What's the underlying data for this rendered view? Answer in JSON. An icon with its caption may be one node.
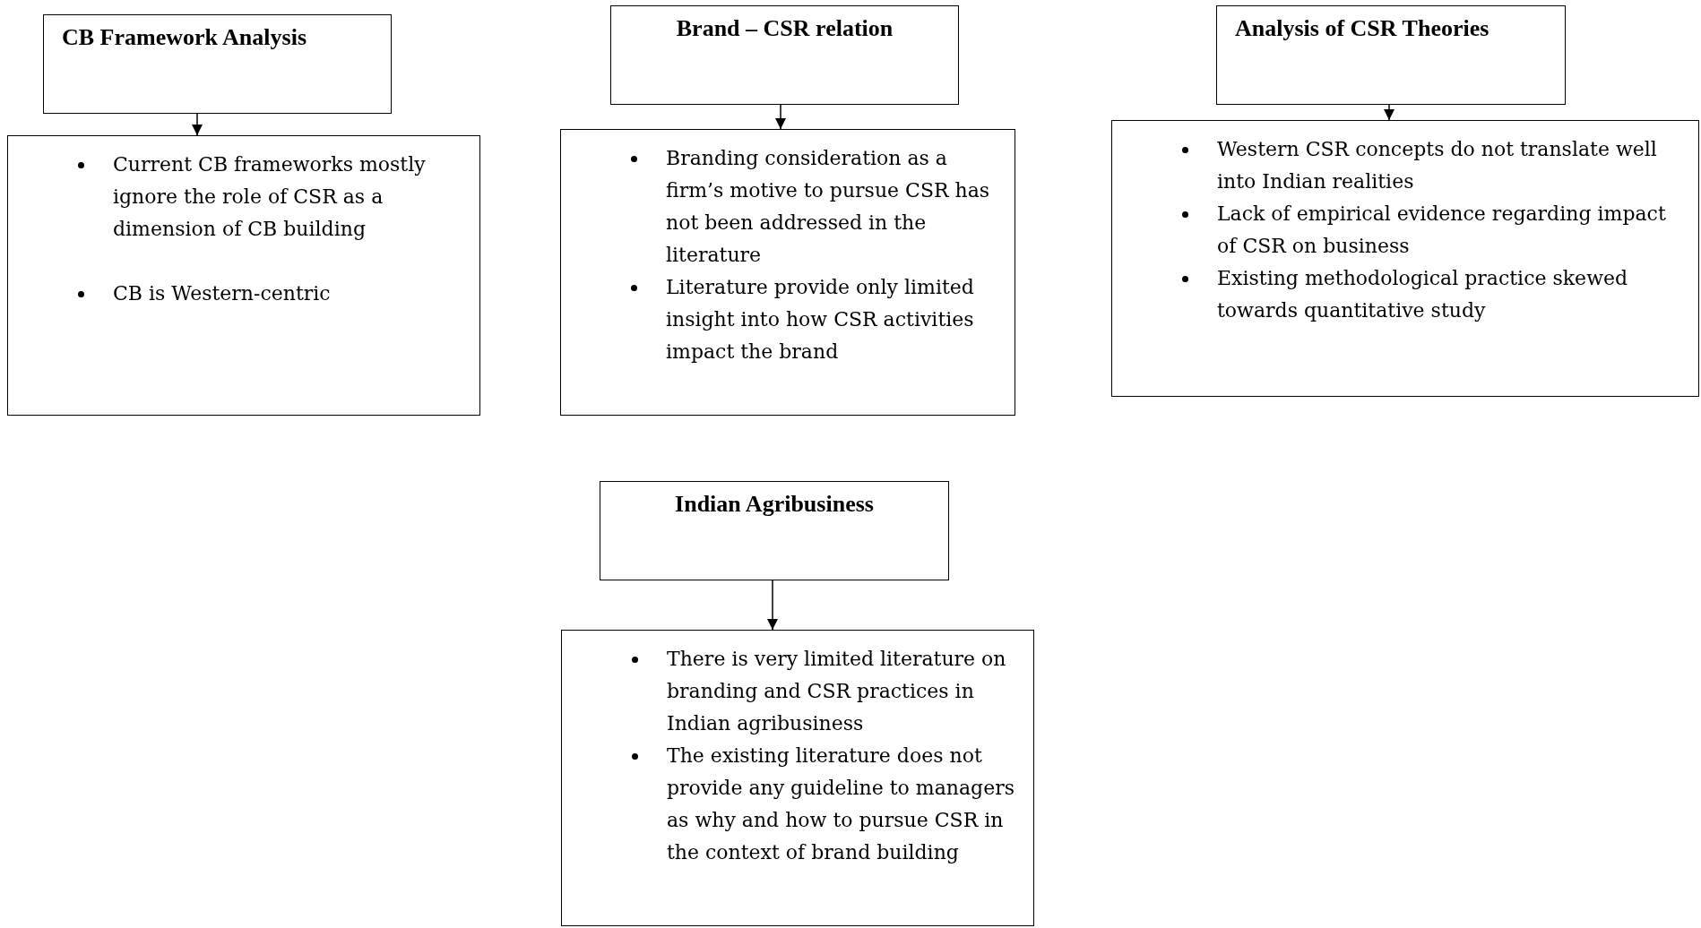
{
  "diagram": {
    "nodes": [
      {
        "text": [
          "CB Framework Analysis"
        ]
      },
      {
        "text": [
          "Current CB frameworks mostly ignore the role of CSR as a dimension of CB building",
          "CB is Western-centric"
        ]
      },
      {
        "text": [
          "Brand – CSR relation"
        ]
      },
      {
        "text": [
          "Branding consideration as a firm’s motive to pursue CSR has not been addressed in the literature",
          "Literature  provide  only limited insight into how  CSR activities impact the brand"
        ]
      },
      {
        "text": [
          "Analysis of CSR Theories"
        ]
      },
      {
        "text": [
          "Western CSR concepts do not translate well into Indian realities",
          "Lack of empirical evidence  regarding impact of CSR on business",
          "Existing methodological practice  skewed towards quantitative study"
        ]
      },
      {
        "text": [
          "Indian Agribusiness"
        ]
      },
      {
        "text": [
          "There is very limited literature on branding and CSR  practices in Indian agribusiness",
          "The existing literature does not provide any guideline to managers as  why and how to pursue CSR in the context of brand building"
        ]
      }
    ],
    "edges": [
      {
        "from": 0,
        "to": 1,
        "arrow": "to"
      },
      {
        "from": 2,
        "to": 3,
        "arrow": "to"
      },
      {
        "from": 4,
        "to": 5,
        "arrow": "to"
      },
      {
        "from": 6,
        "to": 7,
        "arrow": "to"
      }
    ]
  }
}
